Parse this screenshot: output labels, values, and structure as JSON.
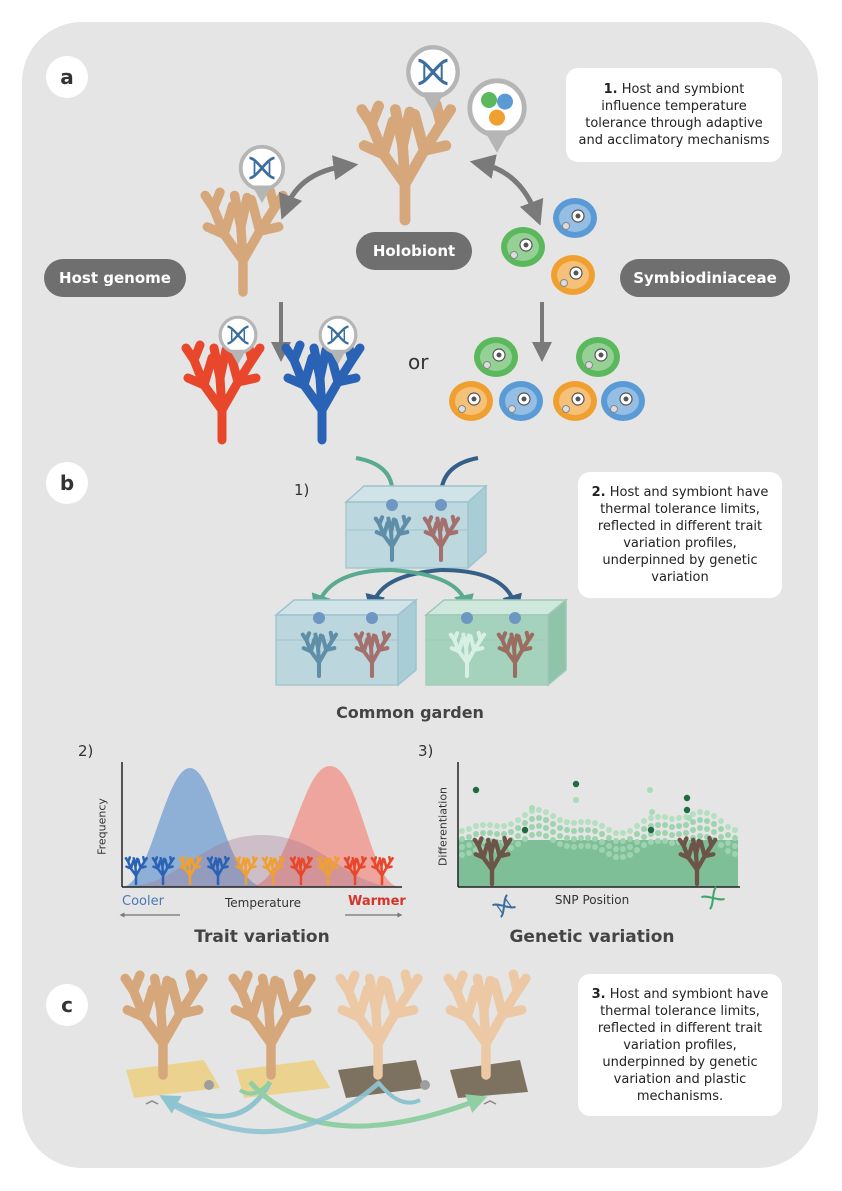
{
  "panels": {
    "a": "a",
    "b": "b",
    "c": "c"
  },
  "panel_a": {
    "host_genome": "Host genome",
    "holobiont": "Holobiont",
    "symbiodiniaceae": "Symbiodiniaceae",
    "or": "or",
    "note_num": "1.",
    "note_text": "Host and symbiont influence temperature tolerance through adaptive and acclimatory mechanisms"
  },
  "panel_b": {
    "step1": "1)",
    "step2": "2)",
    "step3": "3)",
    "common_garden": "Common garden",
    "note_num": "2.",
    "note_text": "Host and symbiont have thermal tolerance limits, reflected in different trait variation profiles, underpinned by genetic variation",
    "trait": {
      "ylabel": "Frequency",
      "xlabel": "Temperature",
      "cooler": "Cooler",
      "warmer": "Warmer",
      "caption": "Trait variation"
    },
    "genetic": {
      "ylabel": "Differentiation",
      "xlabel": "SNP Position",
      "caption": "Genetic variation"
    }
  },
  "panel_c": {
    "note_num": "3.",
    "note_text": "Host and symbiont have thermal tolerance limits, reflected in different trait variation profiles, underpinned by genetic variation and plastic mechanisms."
  },
  "colors": {
    "coral_tan": "#d6a77a",
    "coral_red": "#e8472b",
    "coral_blue": "#2a63b5",
    "cooler_text": "#4a78b5",
    "warmer_text": "#d6332a",
    "frame_bg": "#e5e5e5",
    "pill_bg": "#6f6f6f"
  }
}
